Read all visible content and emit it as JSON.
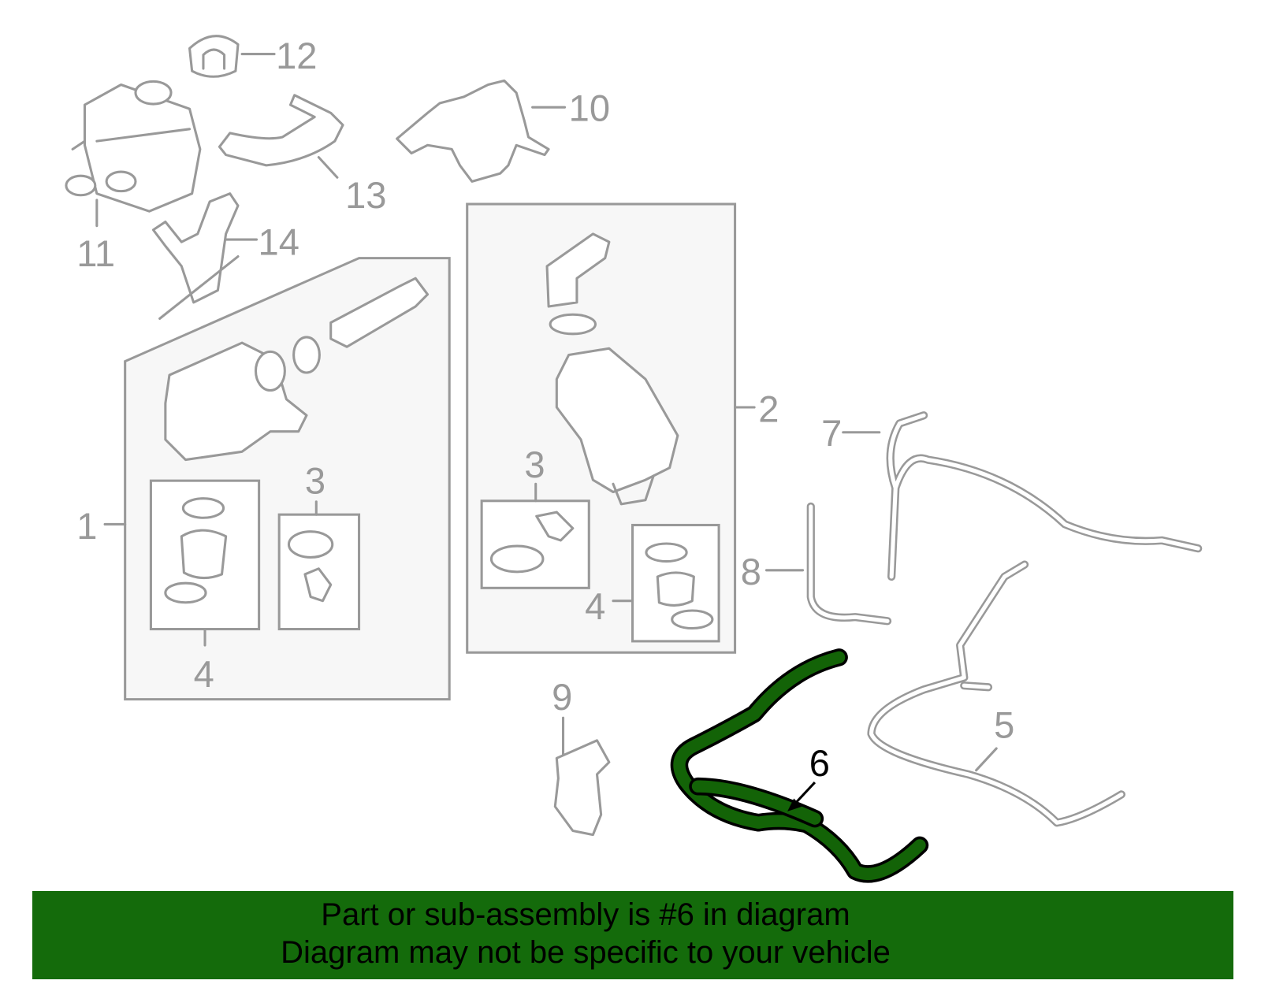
{
  "callouts": {
    "n1": "1",
    "n2": "2",
    "n3a": "3",
    "n3b": "3",
    "n4a": "4",
    "n4b": "4",
    "n5": "5",
    "n6": "6",
    "n7": "7",
    "n8": "8",
    "n9": "9",
    "n10": "10",
    "n11": "11",
    "n12": "12",
    "n13": "13",
    "n14": "14"
  },
  "highlight": {
    "part_number": "6",
    "color": "#136307"
  },
  "banner": {
    "line1": "Part or sub-assembly is #6 in diagram",
    "line2": "Diagram may not be specific to your vehicle",
    "color": "#146b0b"
  }
}
